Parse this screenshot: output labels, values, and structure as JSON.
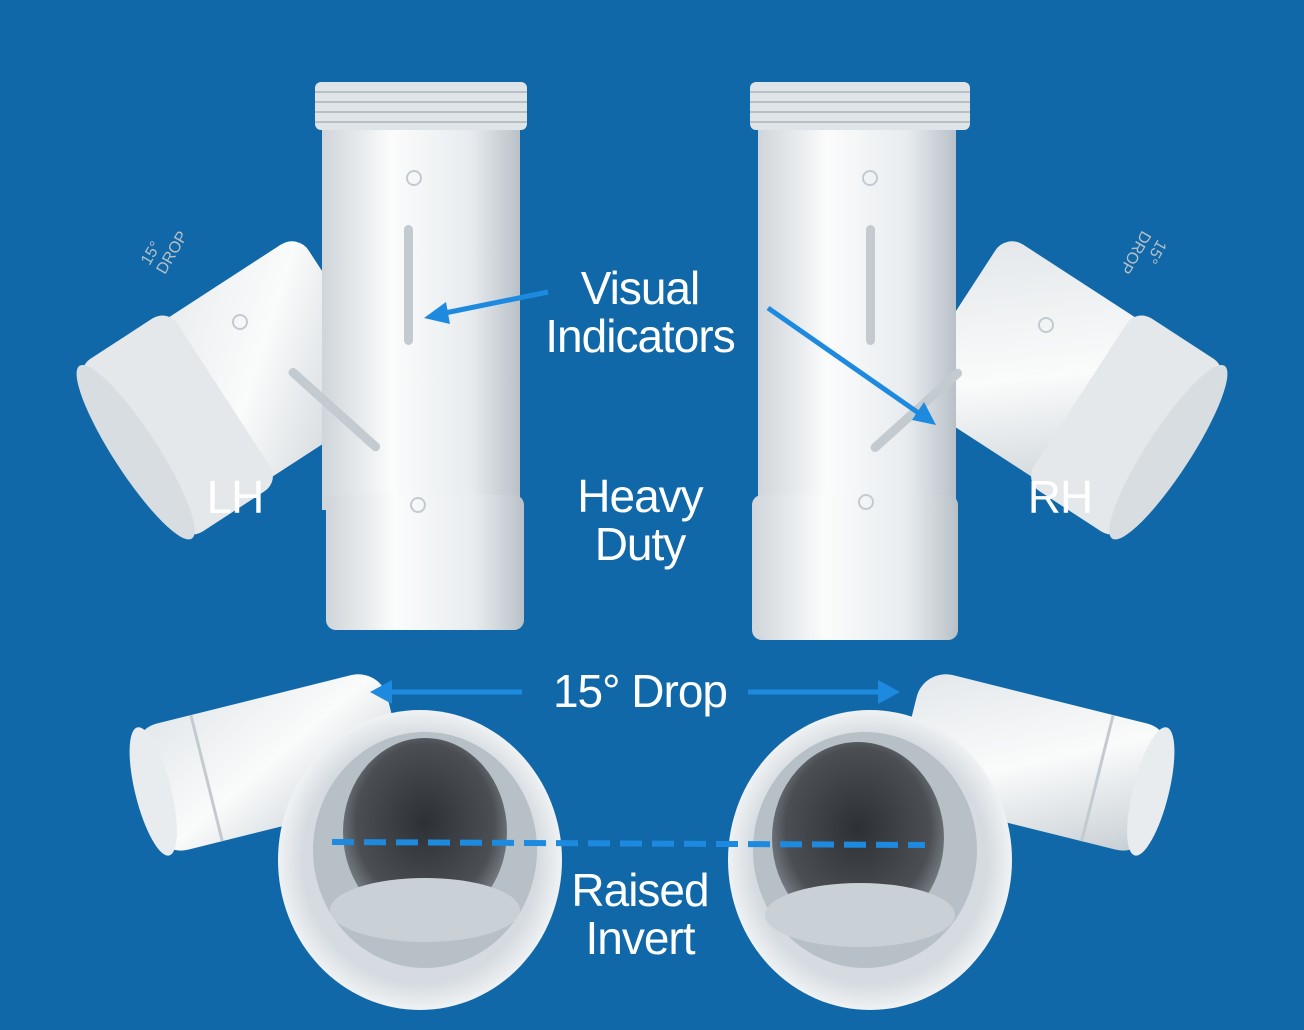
{
  "colors": {
    "background": "#1068a8",
    "accent": "#1d8ae0",
    "pipe": "#f2f4f5",
    "pipe_shade": "#c9d0d6",
    "pipe_dark": "#9aa4ac",
    "pipe_interior": "#3a3d40",
    "text": "#ffffff"
  },
  "labels": {
    "visual_indicators": [
      "Visual",
      "Indicators"
    ],
    "lh": "LH",
    "rh": "RH",
    "heavy_duty": [
      "Heavy",
      "Duty"
    ],
    "drop": "15° Drop",
    "raised_invert": [
      "Raised",
      "Invert"
    ]
  },
  "pipe_markings": {
    "left": [
      "15°",
      "DROP"
    ],
    "right": [
      "15°",
      "DROP"
    ]
  }
}
